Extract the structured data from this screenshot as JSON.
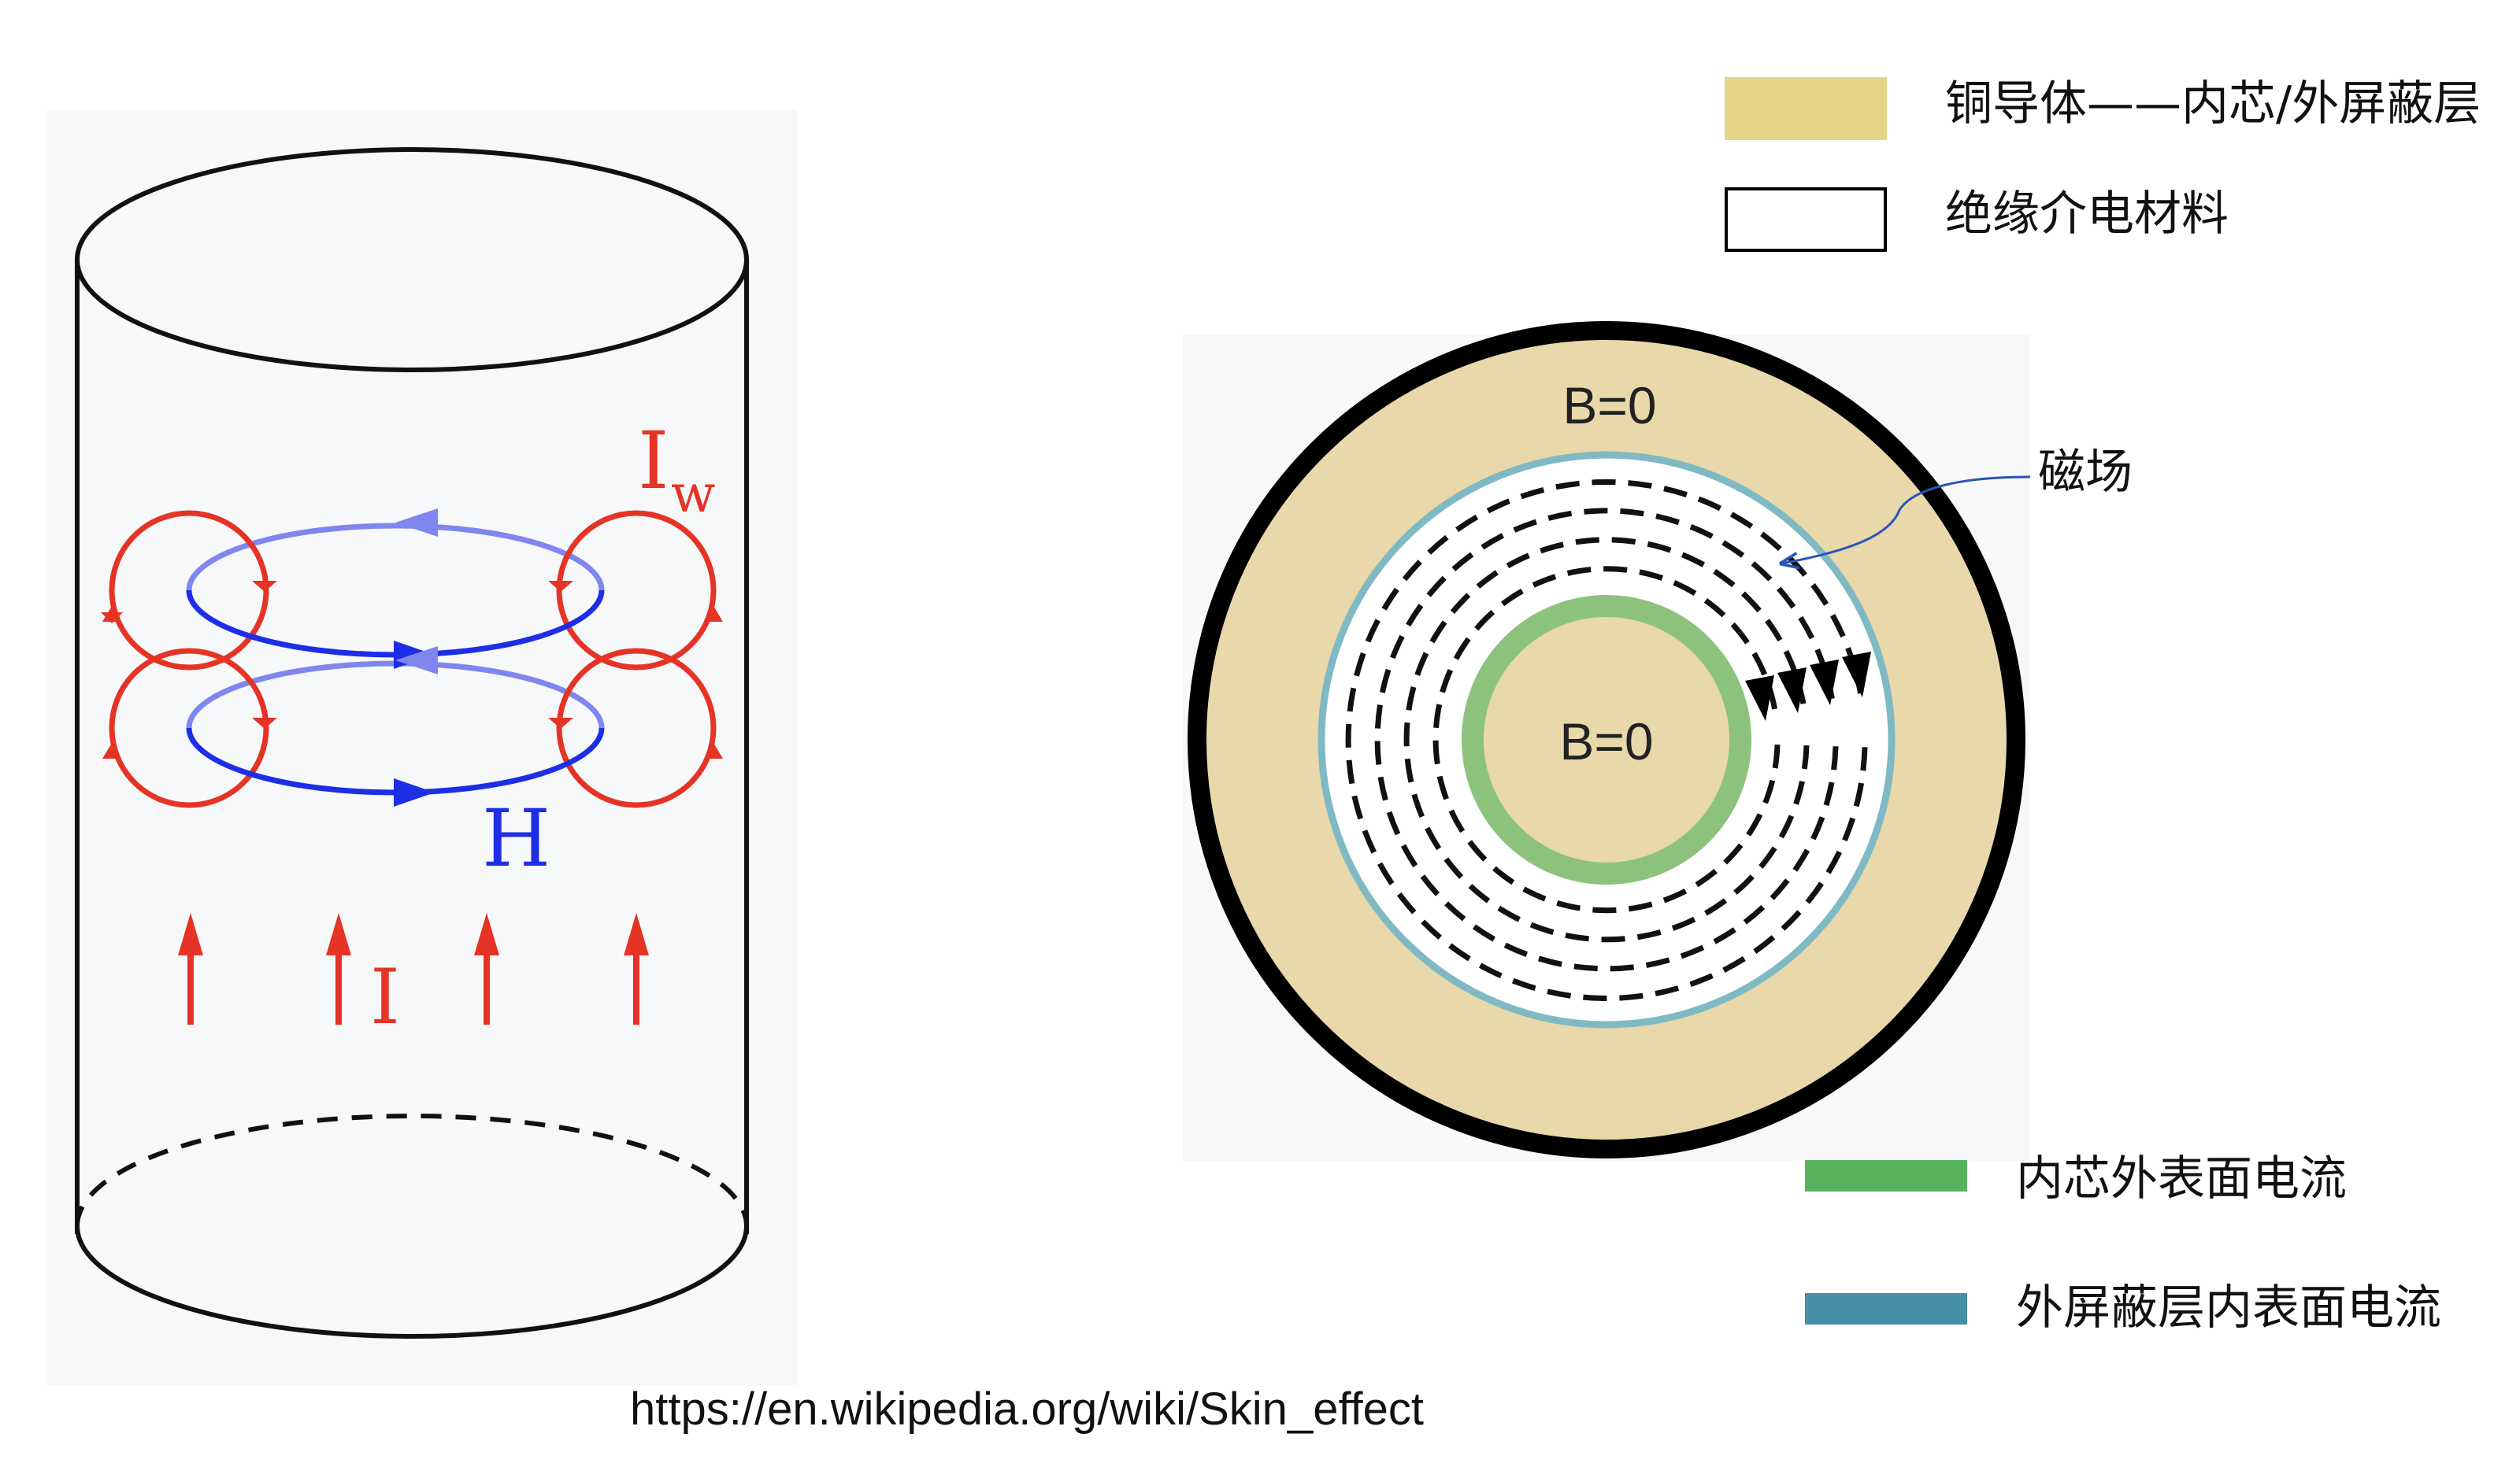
{
  "left_figure": {
    "eddy_current_label": "I",
    "eddy_current_subscript": "w",
    "magnetic_field_label": "H",
    "current_label": "I"
  },
  "right_figure": {
    "outer_field_label": "B=0",
    "inner_field_label": "B=0",
    "magnetic_field_callout": "磁场"
  },
  "legend": {
    "copper_conductor": "铜导体——内芯/外屏蔽层",
    "insulating_dielectric": "绝缘介电材料",
    "core_outer_surface_current": "内芯外表面电流",
    "shield_inner_surface_current": "外屏蔽层内表面电流"
  },
  "source_url": "https://en.wikipedia.org/wiki/Skin_effect",
  "colors": {
    "copper": "#e8d8aa",
    "copper_swatch": "#e6d485",
    "core_current": "#58b35e",
    "core_ring": "#8dc27d",
    "shield_current": "#4691a8",
    "shield_ring": "#7fb9c4",
    "eddy_red": "#e53325",
    "field_blue": "#1d2ee6",
    "panel_bg": "#f7f8fa"
  }
}
